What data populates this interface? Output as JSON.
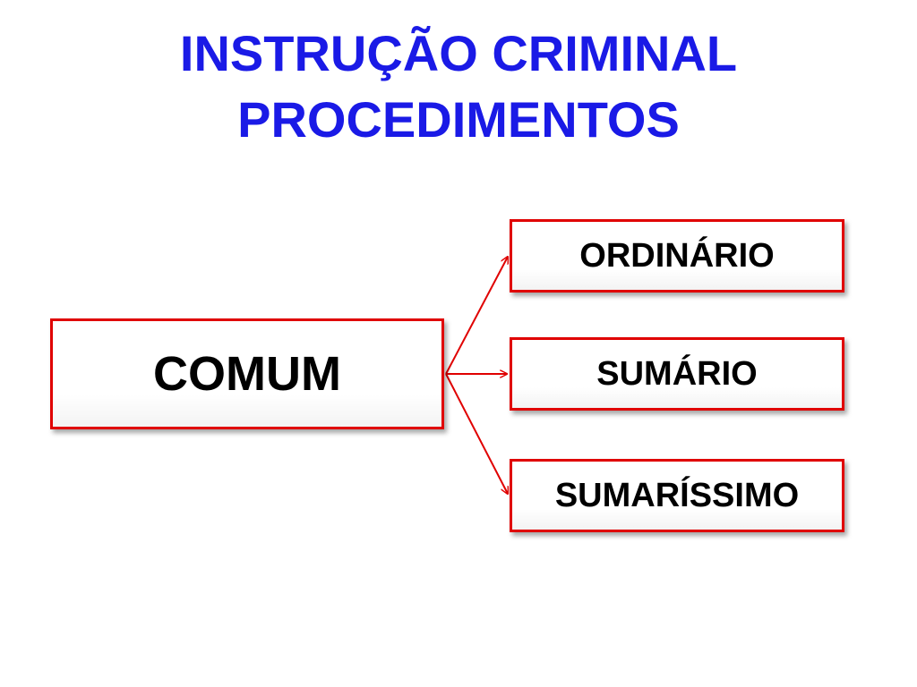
{
  "title": {
    "line1": "INSTRUÇÃO CRIMINAL",
    "line2": "PROCEDIMENTOS"
  },
  "diagram": {
    "root": {
      "label": "COMUM"
    },
    "children": [
      {
        "label": "ORDINÁRIO"
      },
      {
        "label": "SUMÁRIO"
      },
      {
        "label": "SUMARÍSSIMO"
      }
    ]
  },
  "colors": {
    "title": "#1a1ae6",
    "border": "#e00000",
    "arrow": "#e00000",
    "text": "#000000"
  }
}
